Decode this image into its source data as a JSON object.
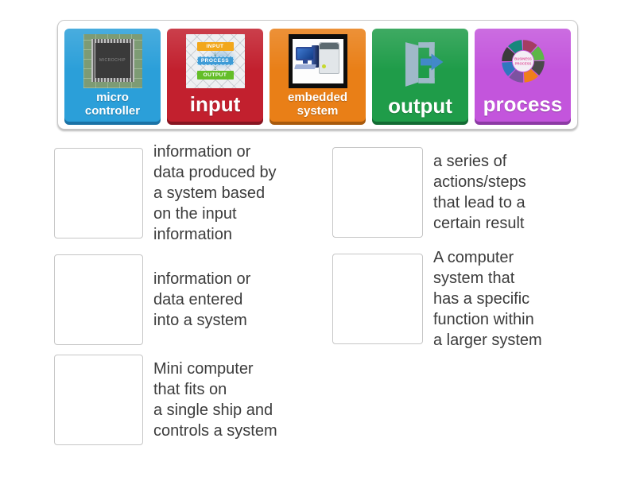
{
  "activity": {
    "type": "match-up",
    "background": "#ffffff"
  },
  "tile_bar": {
    "border_color": "#c9c9c9",
    "tiles": [
      {
        "id": "micro-controller",
        "label": "micro\ncontroller",
        "color": "#2b9fd9",
        "edge_color": "#1a72a6",
        "image": "microcontroller-chip-photo",
        "chip_text": "MICROCHIP"
      },
      {
        "id": "input",
        "label": "input",
        "color": "#c2202e",
        "edge_color": "#871521",
        "image": "input-process-output-flowchart-photo",
        "image_labels": {
          "top": "INPUT",
          "middle": "PROCESS",
          "bottom": "OUTPUT",
          "arrow": "↓"
        }
      },
      {
        "id": "embedded-system",
        "label": "embedded\nsystem",
        "color": "#e97f17",
        "edge_color": "#a85a0d",
        "image": "computer-and-washing-machine-photo"
      },
      {
        "id": "output",
        "label": "output",
        "color": "#1f9c49",
        "edge_color": "#126b33",
        "image": "exit-door-arrow-icon"
      },
      {
        "id": "process",
        "label": "process",
        "color": "#c355dc",
        "edge_color": "#8c3aa4",
        "image": "business-process-cycle-diagram",
        "center_text": "BUSINESS\nPROCESS"
      }
    ]
  },
  "definitions": {
    "left": [
      {
        "text": "information or\ndata produced by\na system based\non the input\ninformation"
      },
      {
        "text": "information or\ndata entered\ninto a system"
      },
      {
        "text": "Mini computer\nthat fits on\na single ship and\ncontrols a system"
      }
    ],
    "right": [
      {
        "text": "a series of\nactions/steps\nthat lead to a\ncertain result"
      },
      {
        "text": "A computer\nsystem that\nhas a specific\nfunction within\na larger system"
      }
    ]
  }
}
